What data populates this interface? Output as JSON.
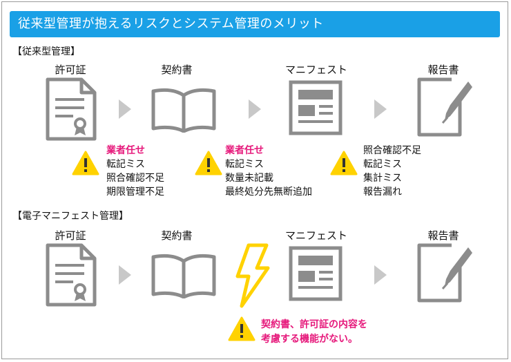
{
  "title": "従来型管理が抱えるリスクとシステム管理のメリット",
  "traditional": {
    "heading": "【従来型管理】",
    "steps": [
      {
        "label": "許可証",
        "icon": "certificate-icon"
      },
      {
        "label": "契約書",
        "icon": "book-icon"
      },
      {
        "label": "マニフェスト",
        "icon": "manifest-document-icon"
      },
      {
        "label": "報告書",
        "icon": "report-pen-icon"
      }
    ],
    "risks": [
      {
        "lines": [
          "業者任せ",
          "転記ミス",
          "照合確認不足",
          "期限管理不足"
        ],
        "emphasis": 0
      },
      {
        "lines": [
          "業者任せ",
          "転記ミス",
          "数量未記載",
          "最終処分先無断追加"
        ],
        "emphasis": 0
      },
      {
        "lines": [
          "照合確認不足",
          "転記ミス",
          "集計ミス",
          "報告漏れ"
        ],
        "emphasis": -1
      }
    ]
  },
  "electronic": {
    "heading": "【電子マニフェスト管理】",
    "steps": [
      {
        "label": "許可証",
        "icon": "certificate-icon"
      },
      {
        "label": "契約書",
        "icon": "book-icon"
      },
      {
        "label": "マニフェスト",
        "icon": "manifest-document-icon"
      },
      {
        "label": "報告書",
        "icon": "report-pen-icon"
      }
    ],
    "warning": [
      "契約書、許可証の内容を",
      "考慮する機能がない。"
    ]
  },
  "colors": {
    "title_bg": "#1aa0e6",
    "icon_gray": "#8c8c8c",
    "arrow_gray": "#c8c8c8",
    "warn_yellow": "#ffd200",
    "emphasis_pink": "#e6197b"
  }
}
